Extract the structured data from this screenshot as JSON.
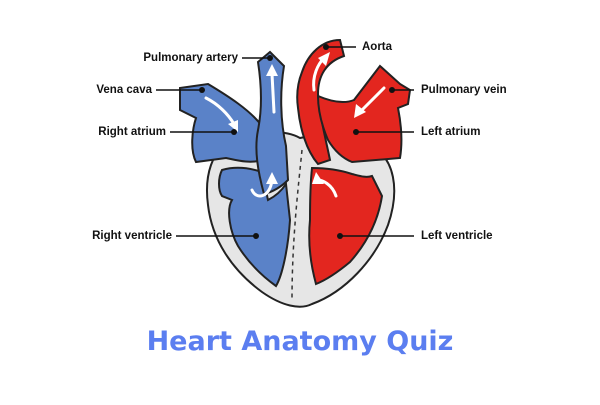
{
  "title": "Heart Anatomy Quiz",
  "labels": {
    "pulmonary_artery": "Pulmonary artery",
    "vena_cava": "Vena cava",
    "right_atrium": "Right atrium",
    "right_ventricle": "Right ventricle",
    "aorta": "Aorta",
    "pulmonary_vein": "Pulmonary vein",
    "left_atrium": "Left atrium",
    "left_ventricle": "Left ventricle"
  },
  "colors": {
    "deoxygenated": "#5a82c8",
    "oxygenated": "#e3261f",
    "wall": "#e6e6e6",
    "outline": "#222222",
    "title": "#5b7ef0"
  }
}
